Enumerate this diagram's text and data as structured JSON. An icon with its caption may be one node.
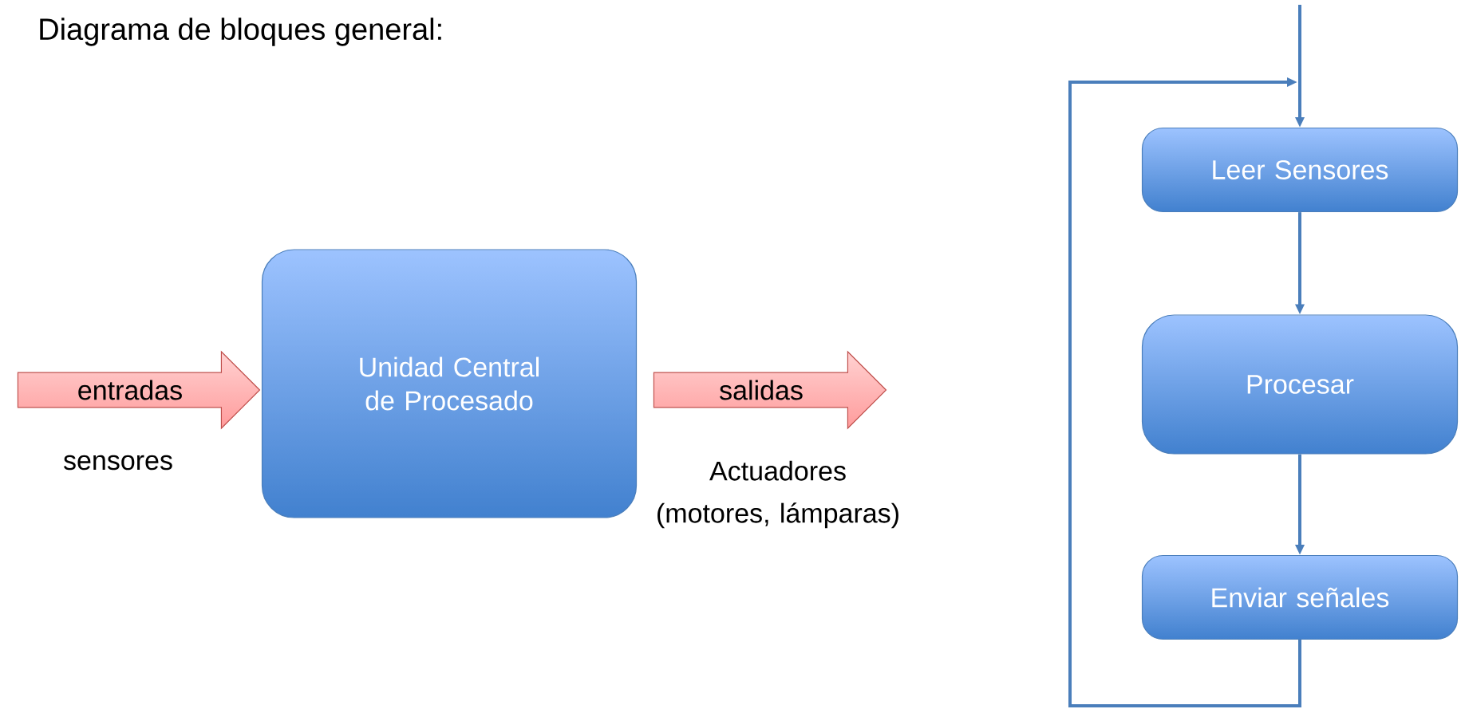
{
  "diagram": {
    "title": "Diagrama de bloques general:",
    "nodes": [
      {
        "text": [
          "entradas"
        ],
        "beside": [
          "sensores"
        ]
      },
      {
        "text": [
          "Unidad Central de Procesado"
        ]
      },
      {
        "text": [
          "salidas"
        ],
        "beside": [
          "Actuadores (motores, lámparas)"
        ]
      },
      {
        "text": [
          "Leer Sensores"
        ]
      },
      {
        "text": [
          "Procesar"
        ]
      },
      {
        "text": [
          "Enviar señales"
        ]
      }
    ],
    "edges": [
      {
        "from": null,
        "to": 3,
        "arrow": "to"
      },
      {
        "from": 3,
        "to": 4,
        "arrow": "to"
      },
      {
        "from": 4,
        "to": 5,
        "arrow": "to"
      },
      {
        "from": 5,
        "to": 3,
        "arrow": "to"
      }
    ]
  }
}
